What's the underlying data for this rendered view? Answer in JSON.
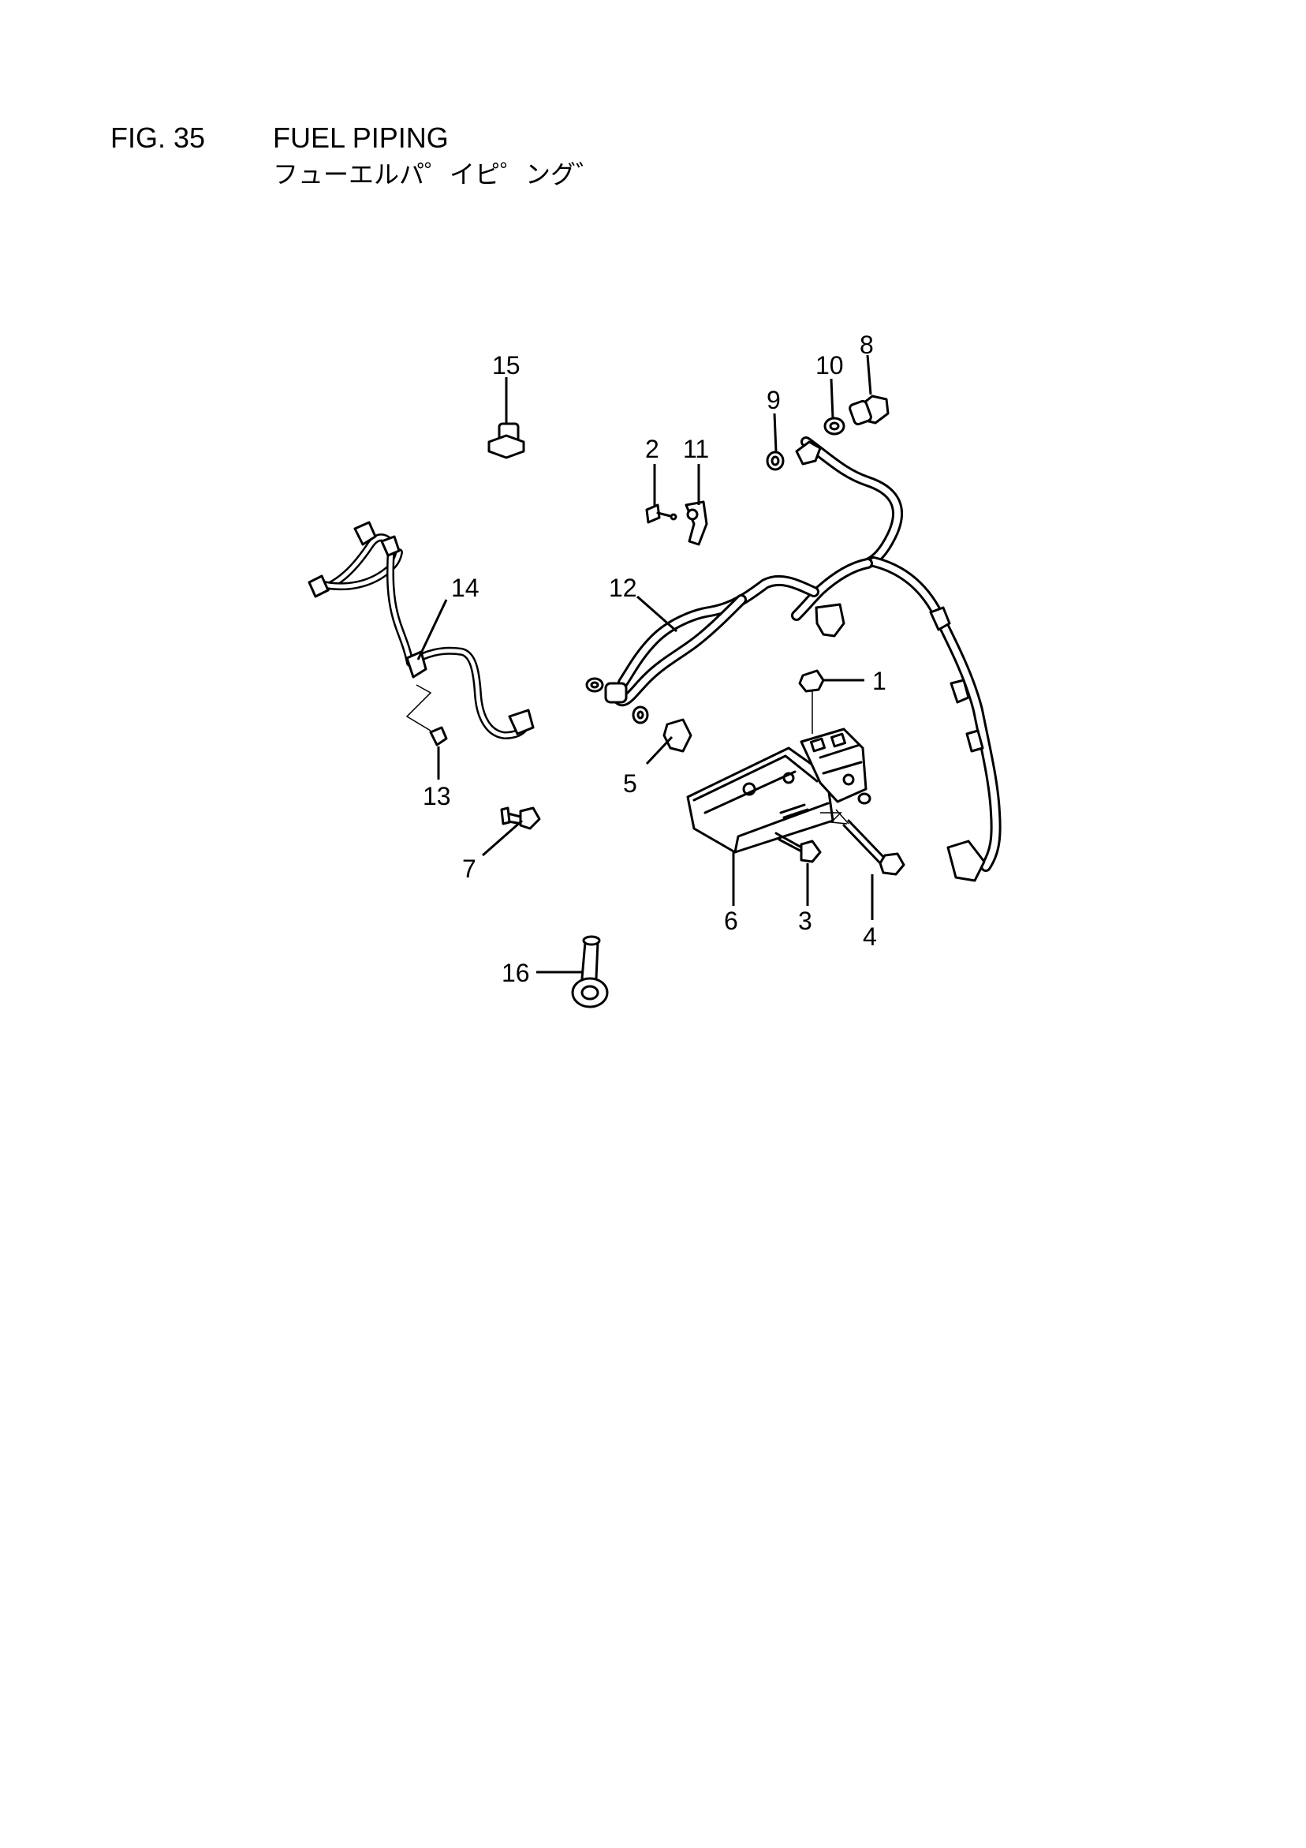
{
  "header": {
    "fig_number": "FIG. 35",
    "title": "FUEL PIPING",
    "subtitle": "フューエルパ゜イピ゜ング゛"
  },
  "callouts": {
    "c1": "1",
    "c2": "2",
    "c3": "3",
    "c4": "4",
    "c5": "5",
    "c6": "6",
    "c7": "7",
    "c8": "8",
    "c9": "9",
    "c10": "10",
    "c11": "11",
    "c12": "12",
    "c13": "13",
    "c14": "14",
    "c15": "15",
    "c16": "16"
  }
}
